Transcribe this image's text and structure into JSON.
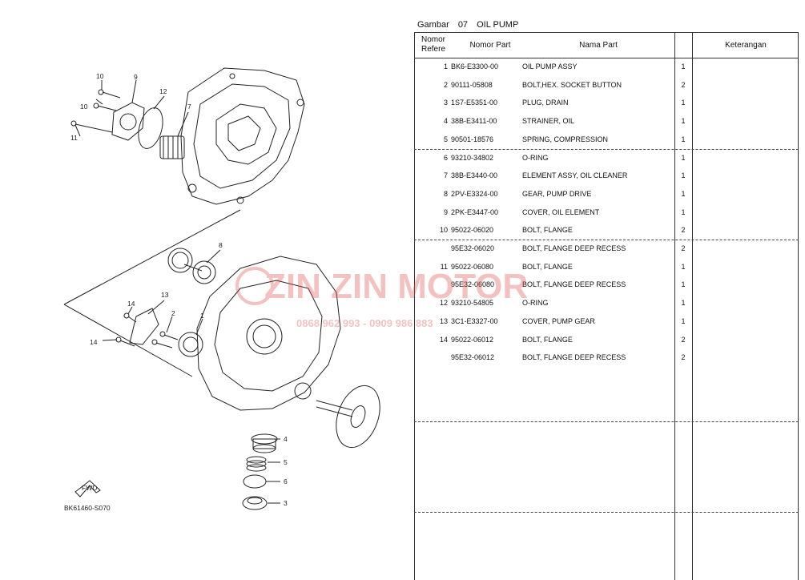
{
  "header": {
    "gambar_label": "Gambar",
    "gambar_no": "07",
    "title": "OIL PUMP"
  },
  "columns": {
    "nomor_refere": "Nomor Refere",
    "nomor_part": "Nomor Part",
    "nama_part": "Nama Part",
    "keterangan": "Keterangan"
  },
  "rows": [
    {
      "ref": "1",
      "part": "BK6-E3300-00",
      "name": "OIL PUMP ASSY",
      "qty": "1",
      "note": ""
    },
    {
      "ref": "2",
      "part": "90111-05808",
      "name": "BOLT,HEX. SOCKET BUTTON",
      "qty": "2",
      "note": ""
    },
    {
      "ref": "3",
      "part": "1S7-E5351-00",
      "name": "PLUG, DRAIN",
      "qty": "1",
      "note": ""
    },
    {
      "ref": "4",
      "part": "38B-E3411-00",
      "name": "STRAINER, OIL",
      "qty": "1",
      "note": ""
    },
    {
      "ref": "5",
      "part": "90501-18576",
      "name": "SPRING, COMPRESSION",
      "qty": "1",
      "note": ""
    },
    {
      "ref": "6",
      "part": "93210-34802",
      "name": "O-RING",
      "qty": "1",
      "note": ""
    },
    {
      "ref": "7",
      "part": "38B-E3440-00",
      "name": "ELEMENT ASSY, OIL CLEANER",
      "qty": "1",
      "note": ""
    },
    {
      "ref": "8",
      "part": "2PV-E3324-00",
      "name": "GEAR, PUMP DRIVE",
      "qty": "1",
      "note": ""
    },
    {
      "ref": "9",
      "part": "2PK-E3447-00",
      "name": "COVER, OIL ELEMENT",
      "qty": "1",
      "note": ""
    },
    {
      "ref": "10",
      "part": "95022-06020",
      "name": "BOLT, FLANGE",
      "qty": "2",
      "note": ""
    },
    {
      "ref": "",
      "part": "95E32-06020",
      "name": "BOLT, FLANGE DEEP RECESS",
      "qty": "2",
      "note": ""
    },
    {
      "ref": "11",
      "part": "95022-06080",
      "name": "BOLT, FLANGE",
      "qty": "1",
      "note": ""
    },
    {
      "ref": "",
      "part": "95E32-06080",
      "name": "BOLT, FLANGE DEEP RECESS",
      "qty": "1",
      "note": ""
    },
    {
      "ref": "12",
      "part": "93210-54805",
      "name": "O-RING",
      "qty": "1",
      "note": ""
    },
    {
      "ref": "13",
      "part": "3C1-E3327-00",
      "name": "COVER, PUMP GEAR",
      "qty": "1",
      "note": ""
    },
    {
      "ref": "14",
      "part": "95022-06012",
      "name": "BOLT, FLANGE",
      "qty": "2",
      "note": ""
    },
    {
      "ref": "",
      "part": "95E32-06012",
      "name": "BOLT, FLANGE DEEP RECESS",
      "qty": "2",
      "note": ""
    }
  ],
  "diagram": {
    "code": "BK61460-S070",
    "fwd": "FWD",
    "callouts": [
      "10",
      "9",
      "12",
      "7",
      "10",
      "11",
      "8",
      "13",
      "14",
      "2",
      "1",
      "14",
      "4",
      "5",
      "6",
      "3"
    ]
  },
  "watermark": {
    "text": "ZIN ZIN MOTOR",
    "phone": "0868 962 993 - 0909 986 883",
    "color": "#e05050"
  }
}
